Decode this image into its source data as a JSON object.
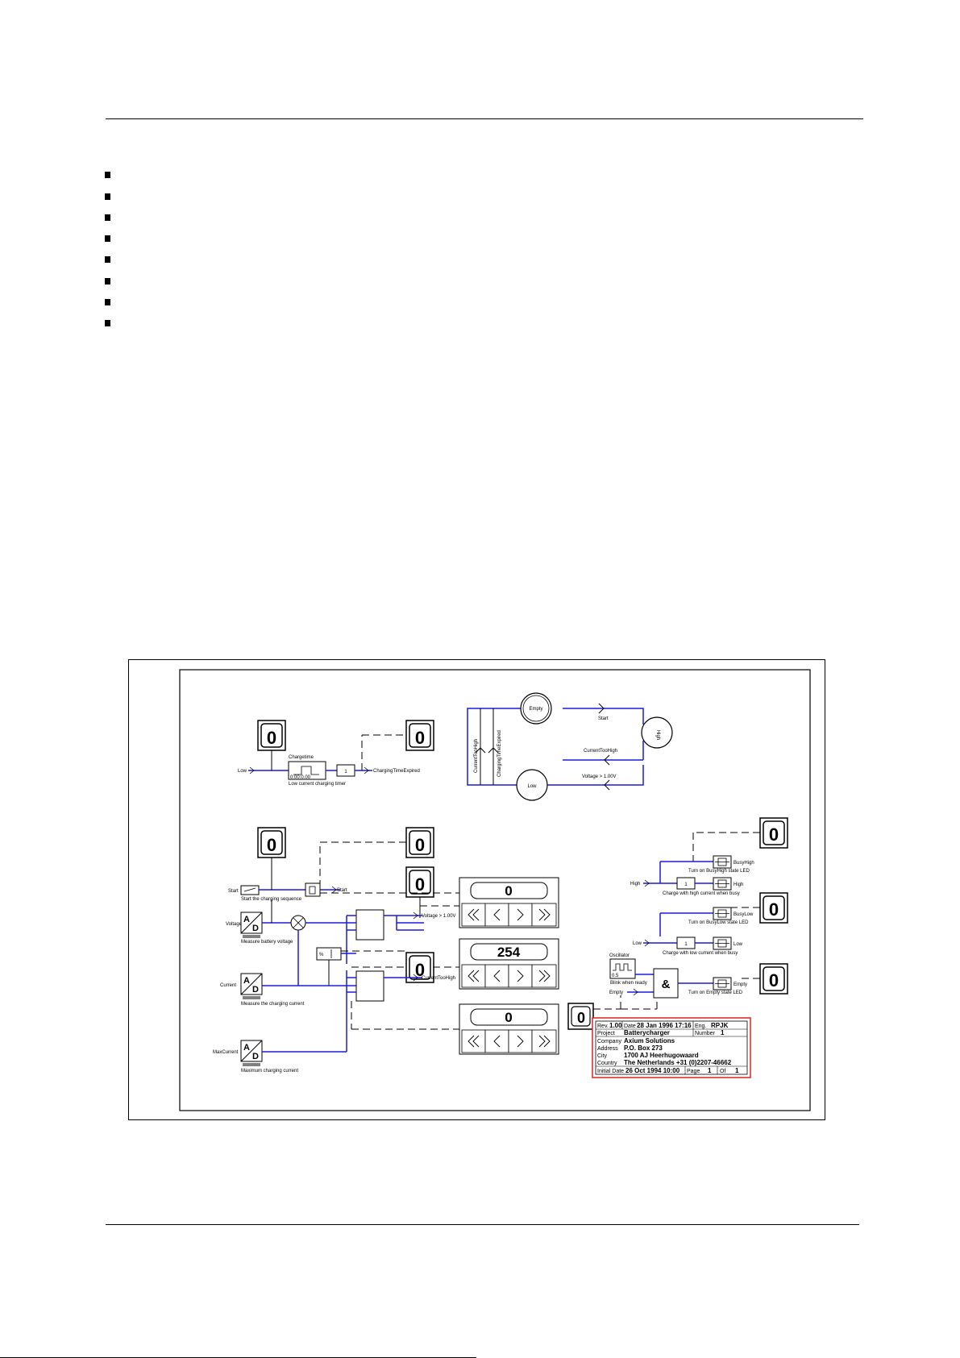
{
  "bullets": 8,
  "schematic": {
    "timer_box": {
      "title": "Chargetime",
      "setting": "0:00:0.00",
      "caption": "Low current charging timer"
    },
    "not_gate_label": "1",
    "charging_time_output": "ChargingTimeExpired",
    "state_machine": {
      "states": [
        "Empty",
        "High",
        "Low"
      ],
      "transitions": [
        "Start",
        "CurrentTooHigh",
        "Voltage > 1.00V",
        "CurrentTooHigh",
        "ChargingTimeExpired"
      ]
    },
    "inputs": {
      "low": "Low",
      "start": "Start",
      "voltage": "Voltage",
      "current": "Current",
      "max_current": "MaxCurrent",
      "high": "High"
    },
    "captions": {
      "start_switch": "Start the charging sequence",
      "measure_voltage": "Measure battery voltage",
      "measure_current": "Measure the charging current",
      "max_current": "Maximum charging current",
      "start_wire": "Start",
      "voltage_out": "Voltage > 1.00V",
      "current_out": "CurrentTooHigh",
      "percent_box": "%"
    },
    "displays": {
      "top_large": "0",
      "top_right_large": "0",
      "mid_left_large": "0",
      "mid_center_large": "0",
      "mid_small_1": "0",
      "mid_small_2": "0",
      "right_top": "0",
      "right_mid": "0",
      "right_bottom": "0",
      "bottom_left_small": "0"
    },
    "panels": [
      {
        "value": "0"
      },
      {
        "value": "254"
      },
      {
        "value": "0"
      }
    ],
    "right_side": {
      "busy_high": "BusyHigh",
      "busy_high_caption": "Turn on BusyHigh state LED",
      "high": "High",
      "high_caption": "Charge with high current when busy",
      "busy_low": "BusyLow",
      "busy_low_caption": "Turn on BusyLow state LED",
      "low": "Low",
      "low_caption": "Charge with low current when busy",
      "oscillator": "Oscillator",
      "oscillator_setting": "0.5",
      "oscillator_caption": "Blink when ready",
      "and_gate": "&",
      "empty": "Empty",
      "empty_caption": "Turn on Empty state LED",
      "empty_in": "Empty"
    },
    "title_block": {
      "rev_label": "Rev.",
      "rev": "1.00",
      "date_label": "Date",
      "date": "28 Jan 1996 17:16",
      "eng_label": "Eng.",
      "eng": "RPJK",
      "project_label": "Project",
      "project": "Batterycharger",
      "number_label": "Number",
      "number": "1",
      "company_label": "Company",
      "company": "Axium Solutions",
      "address_label": "Address",
      "address": "P.O. Box 273",
      "city_label": "City",
      "city": "1700 AJ  Heerhugowaard",
      "country_label": "Country",
      "country": "The Netherlands +31 (0)2207-46662",
      "initial_label": "Initial Date",
      "initial": "26 Oct 1994 10:00",
      "page_label": "Page",
      "page": "1",
      "of_label": "Of",
      "of": "1"
    }
  }
}
